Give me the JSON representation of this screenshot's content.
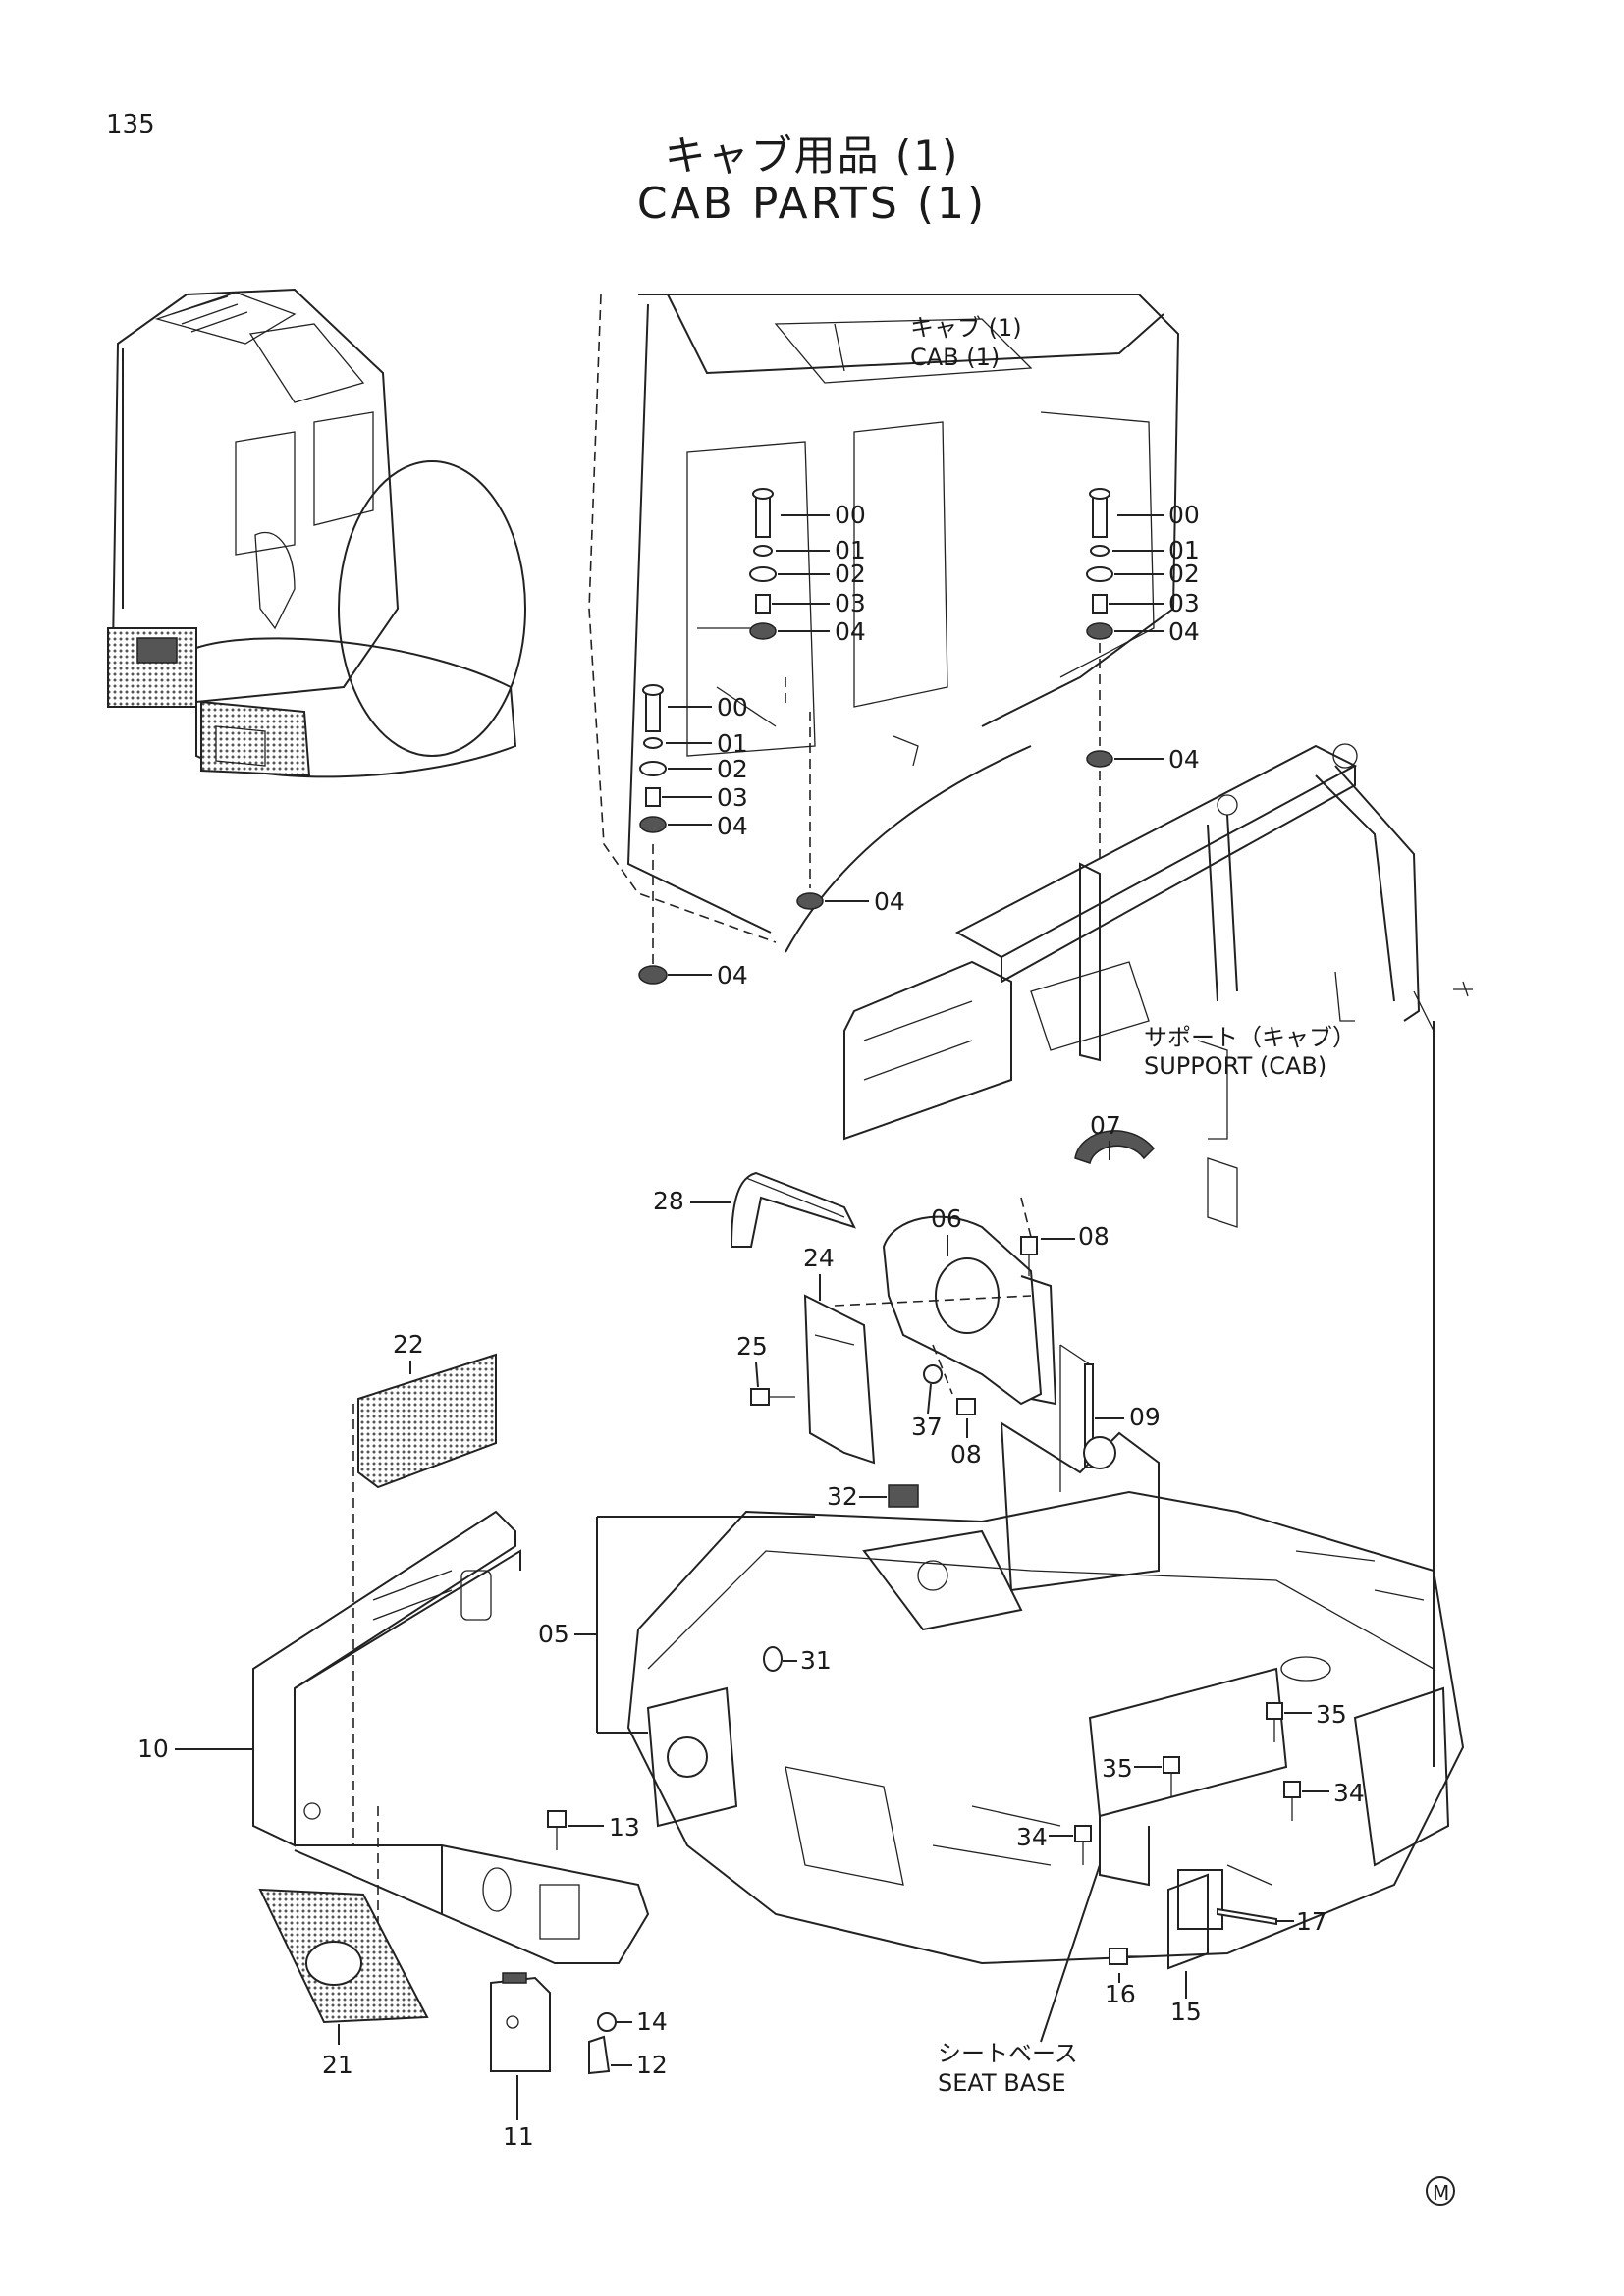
{
  "page": {
    "number": "135"
  },
  "title": {
    "jp": "キャブ用品 (1)",
    "en": "CAB PARTS (1)"
  },
  "callouts": {
    "cab_jp": "キャブ (1)",
    "cab_en": "CAB (1)",
    "support_jp": "サポート（キャブ）",
    "support_en": "SUPPORT (CAB)",
    "seatbase_jp": "シートベース",
    "seatbase_en": "SEAT BASE"
  },
  "part_numbers": {
    "p00": "00",
    "p01": "01",
    "p02": "02",
    "p03": "03",
    "p04": "04",
    "p05": "05",
    "p06": "06",
    "p07": "07",
    "p08": "08",
    "p09": "09",
    "p10": "10",
    "p11": "11",
    "p12": "12",
    "p13": "13",
    "p14": "14",
    "p15": "15",
    "p16": "16",
    "p17": "17",
    "p21": "21",
    "p22": "22",
    "p24": "24",
    "p25": "25",
    "p28": "28",
    "p31": "31",
    "p32": "32",
    "p34": "34",
    "p35": "35",
    "p37": "37"
  },
  "footer_mark": "M"
}
